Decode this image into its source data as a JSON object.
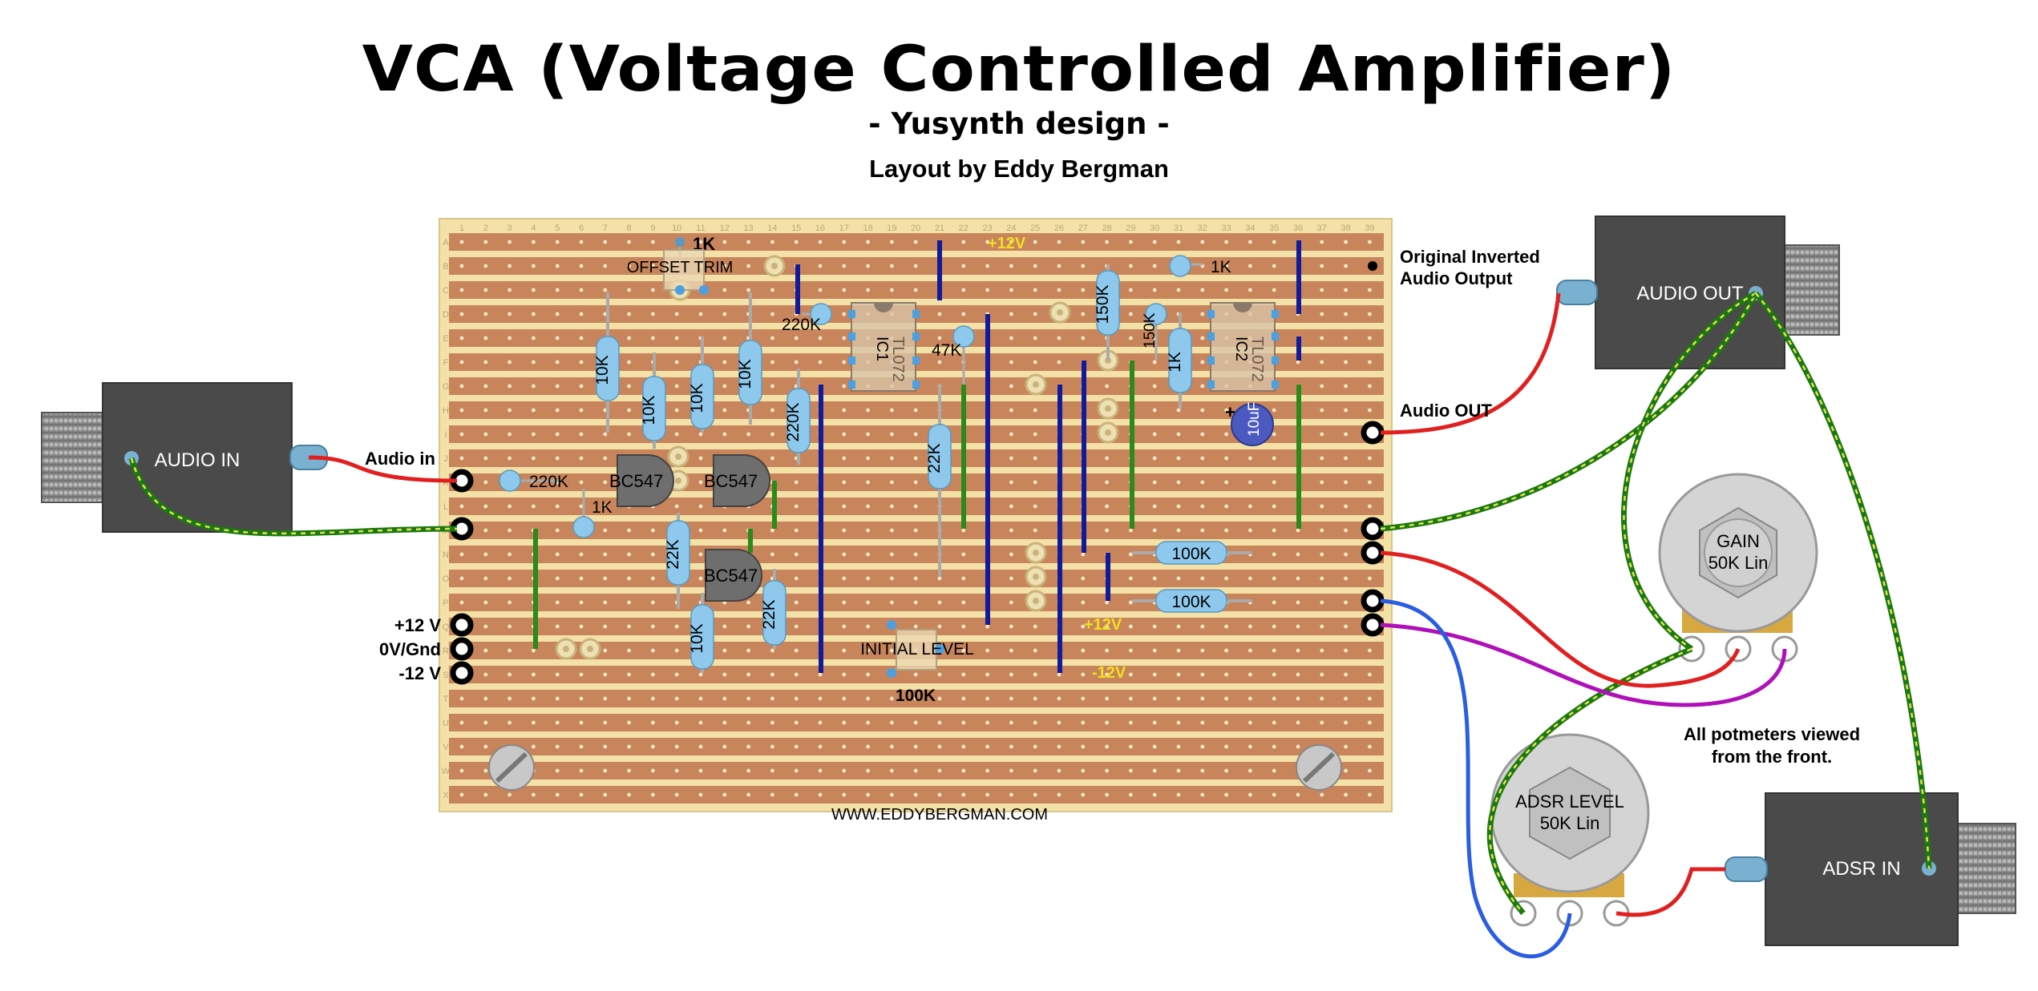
{
  "title": "VCA (Voltage Controlled Amplifier)",
  "subtitle": "- Yusynth design -",
  "credit": "Layout by Eddy Bergman",
  "website": "WWW.EDDYBERGMAN.COM",
  "board": {
    "column_numbers": [
      "1",
      "2",
      "3",
      "4",
      "5",
      "6",
      "7",
      "8",
      "9",
      "10",
      "11",
      "12",
      "13",
      "14",
      "15",
      "16",
      "17",
      "18",
      "19",
      "20",
      "21",
      "22",
      "23",
      "24",
      "25",
      "26",
      "27",
      "28",
      "29",
      "30",
      "31",
      "32",
      "33",
      "34",
      "35",
      "36",
      "37",
      "38",
      "39"
    ],
    "row_letters": [
      "A",
      "B",
      "C",
      "D",
      "E",
      "F",
      "G",
      "H",
      "I",
      "J",
      "K",
      "L",
      "M",
      "N",
      "O",
      "P",
      "Q",
      "R",
      "S",
      "T",
      "U",
      "V",
      "W",
      "X"
    ]
  },
  "components": {
    "r_1k_top": "1K",
    "offset_trim": "OFFSET TRIM",
    "r_220k_a": "220K",
    "r_220k_b": "220K",
    "r_220k_c": "220K",
    "r_10k_a": "10K",
    "r_10k_b": "10K",
    "r_10k_c": "10K",
    "r_10k_d": "10K",
    "r_10k_e": "10K",
    "r_22k_a": "22K",
    "r_22k_b": "22K",
    "r_22k_c": "22K",
    "r_1k_b": "1K",
    "r_1k_c": "1K",
    "r_1k_d": "1K",
    "r_47k": "47K",
    "r_150k_a": "150K",
    "r_150k_b": "150K",
    "r_100k_a": "100K",
    "r_100k_b": "100K",
    "q1": "BC547",
    "q2": "BC547",
    "q3": "BC547",
    "ic1_name": "IC1",
    "ic1_part": "TL072",
    "ic2_name": "IC2",
    "ic2_part": "TL072",
    "cap": "10uF",
    "cap_plus": "+",
    "initial_level": "INITIAL LEVEL",
    "trim_100k": "100K",
    "plus12_top": "+12V",
    "plus12_mid": "+12V",
    "minus12_mid": "-12V"
  },
  "labels": {
    "audio_in": "Audio in",
    "plus12": "+12 V",
    "gnd": "0V/Gnd",
    "minus12": "-12 V",
    "orig_inverted_1": "Original Inverted",
    "orig_inverted_2": "Audio Output",
    "audio_out": "Audio OUT",
    "pot_note_1": "All potmeters viewed",
    "pot_note_2": "from the front."
  },
  "jacks": {
    "audio_in": "AUDIO IN",
    "audio_out": "AUDIO OUT",
    "adsr_in": "ADSR IN"
  },
  "pots": {
    "gain_1": "GAIN",
    "gain_2": "50K Lin",
    "adsr_1": "ADSR LEVEL",
    "adsr_2": "50K Lin"
  },
  "colors": {
    "strip": "#c8845b",
    "board": "#f3e1a7",
    "wire_red": "#e02020",
    "wire_green": "#1a7a10",
    "wire_blue": "#2a5de0",
    "wire_magenta": "#b010b8",
    "jumper_blue": "#101a9a",
    "jumper_green": "#2a8a1a",
    "resistor": "#8ec8ec",
    "jack_body": "#4a4a4a"
  }
}
